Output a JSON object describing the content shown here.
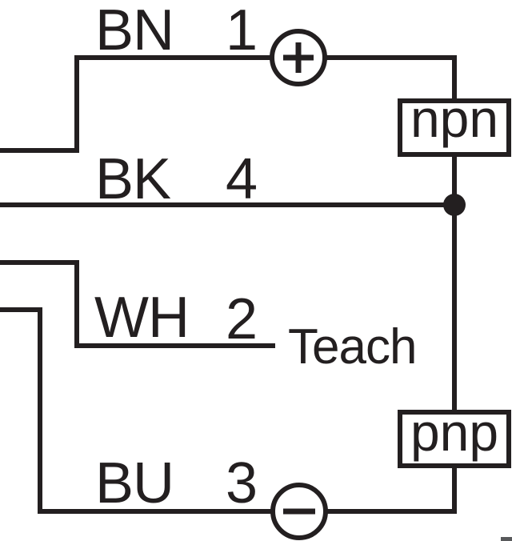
{
  "colors": {
    "line": "#231f20",
    "background": "#ffffff",
    "corner_mark": "#58595b"
  },
  "diagram": {
    "kind": "sensor-wiring-connection-diagram",
    "wires": [
      {
        "color_code": "BN",
        "pin": "1",
        "terminal_icon": "plus-circle-icon"
      },
      {
        "color_code": "BK",
        "pin": "4",
        "terminal_icon": "junction-dot"
      },
      {
        "color_code": "WH",
        "pin": "2",
        "function": "Teach"
      },
      {
        "color_code": "BU",
        "pin": "3",
        "terminal_icon": "minus-circle-icon"
      }
    ],
    "output_boxes": [
      {
        "label": "npn"
      },
      {
        "label": "pnp"
      }
    ]
  }
}
